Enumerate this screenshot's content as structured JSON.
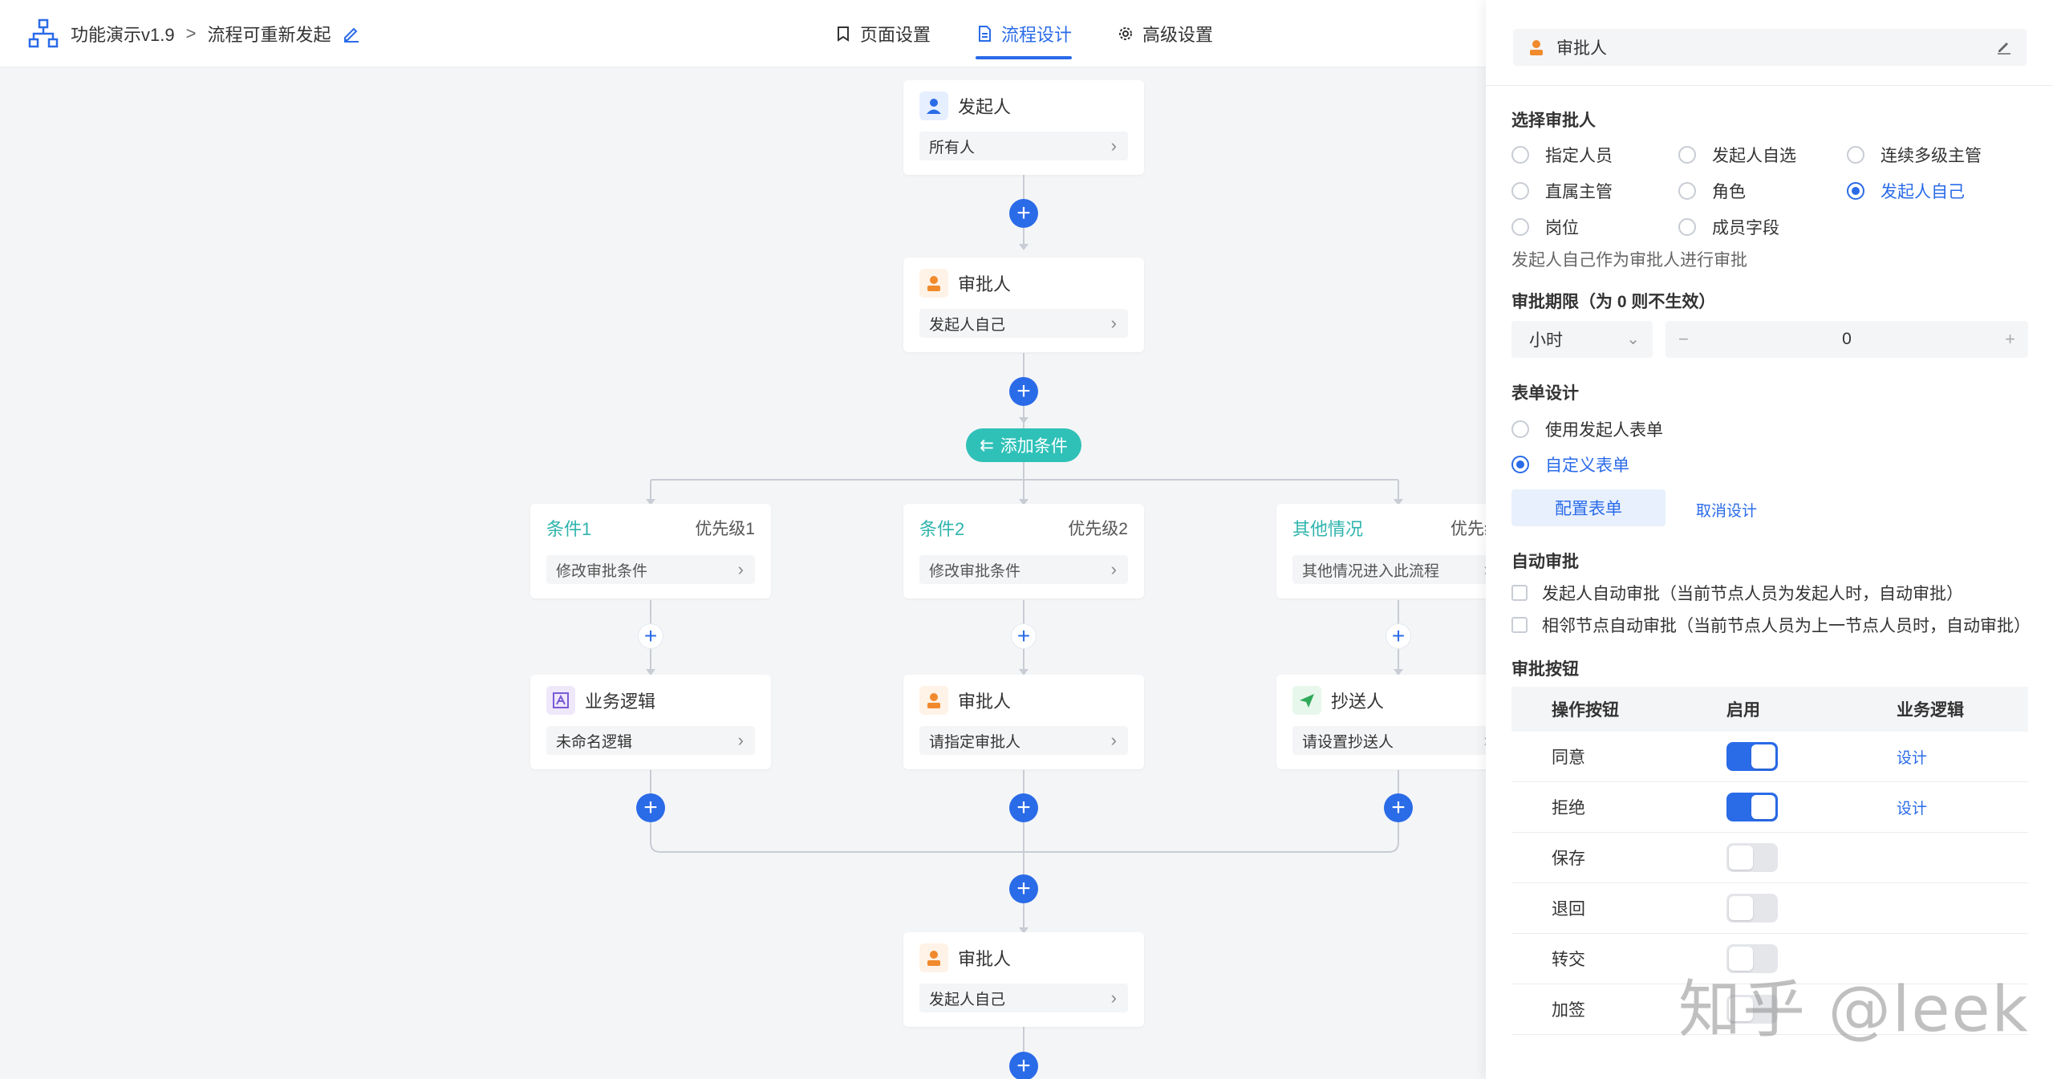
{
  "header": {
    "app_name": "功能演示v1.9",
    "flow_name": "流程可重新发起",
    "tabs": [
      {
        "label": "页面设置",
        "active": false
      },
      {
        "label": "流程设计",
        "active": true
      },
      {
        "label": "高级设置",
        "active": false
      }
    ]
  },
  "flow": {
    "initiator": {
      "title": "发起人",
      "value": "所有人"
    },
    "approver1": {
      "title": "审批人",
      "value": "发起人自己"
    },
    "add_condition_label": "添加条件",
    "branches": [
      {
        "title": "条件1",
        "priority": "优先级1",
        "value": "修改审批条件",
        "child": {
          "title": "业务逻辑",
          "value": "未命名逻辑",
          "icon": "logic-icon"
        }
      },
      {
        "title": "条件2",
        "priority": "优先级2",
        "value": "修改审批条件",
        "child": {
          "title": "审批人",
          "value": "请指定审批人",
          "icon": "user-icon"
        }
      },
      {
        "title": "其他情况",
        "priority": "优先级",
        "value": "其他情况进入此流程",
        "child": {
          "title": "抄送人",
          "value": "请设置抄送人",
          "icon": "send-icon"
        }
      }
    ],
    "approver2": {
      "title": "审批人",
      "value": "发起人自己"
    }
  },
  "panel": {
    "node_title": "审批人",
    "select_approver": {
      "label": "选择审批人",
      "options": [
        "指定人员",
        "发起人自选",
        "连续多级主管",
        "直属主管",
        "角色",
        "发起人自己",
        "岗位",
        "成员字段"
      ],
      "selected": "发起人自己",
      "hint": "发起人自己作为审批人进行审批"
    },
    "deadline": {
      "label": "审批期限（为 0 则不生效）",
      "unit": "小时",
      "value": "0",
      "minus": "−",
      "plus": "+"
    },
    "form_design": {
      "label": "表单设计",
      "options": [
        "使用发起人表单",
        "自定义表单"
      ],
      "selected": "自定义表单",
      "config_button": "配置表单",
      "cancel_button": "取消设计"
    },
    "auto_approve": {
      "label": "自动审批",
      "options": [
        "发起人自动审批（当前节点人员为发起人时，自动审批）",
        "相邻节点自动审批（当前节点人员为上一节点人员时，自动审批）"
      ]
    },
    "buttons": {
      "label": "审批按钮",
      "columns": [
        "操作按钮",
        "启用",
        "业务逻辑"
      ],
      "rows": [
        {
          "name": "同意",
          "enabled": true,
          "logic": "设计"
        },
        {
          "name": "拒绝",
          "enabled": true,
          "logic": "设计"
        },
        {
          "name": "保存",
          "enabled": false,
          "logic": ""
        },
        {
          "name": "退回",
          "enabled": false,
          "logic": ""
        },
        {
          "name": "转交",
          "enabled": false,
          "logic": ""
        },
        {
          "name": "加签",
          "enabled": false,
          "logic": ""
        }
      ]
    }
  },
  "watermark": "知乎 @leek",
  "colors": {
    "accent": "#2a6be8",
    "condition": "#2fb4ad",
    "add_condition": "#2fc1b8"
  }
}
